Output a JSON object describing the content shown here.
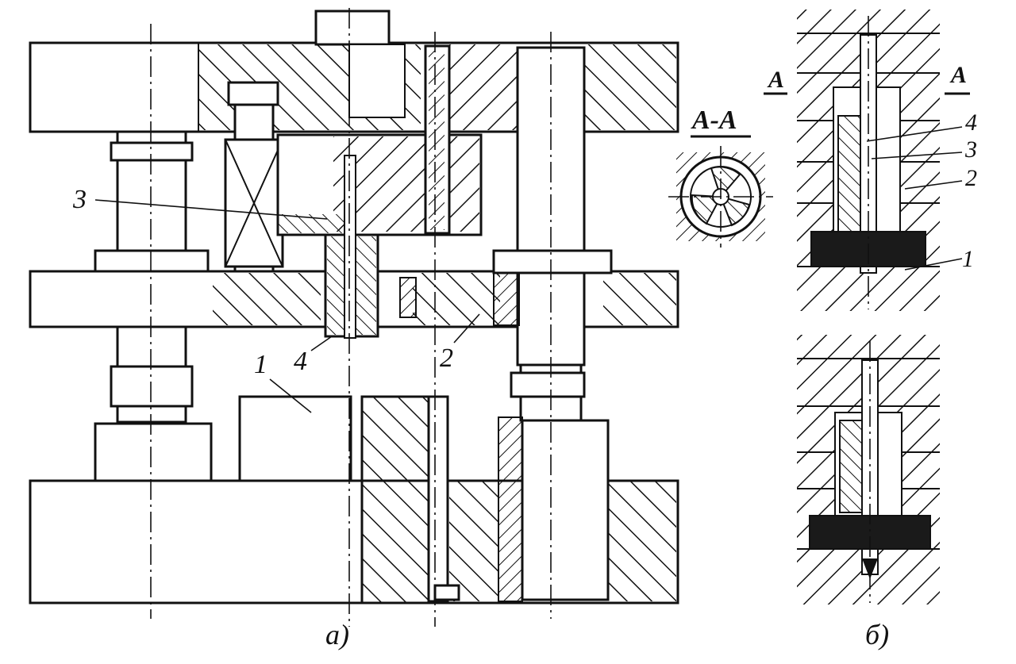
{
  "views": {
    "a": {
      "caption": "а)"
    },
    "b": {
      "caption": "б)"
    },
    "section": {
      "title": "А-А"
    }
  },
  "callouts": {
    "a": [
      {
        "text": "1"
      },
      {
        "text": "2"
      },
      {
        "text": "3"
      },
      {
        "text": "4"
      }
    ],
    "b_top": [
      {
        "text": "4"
      },
      {
        "text": "3"
      },
      {
        "text": "2"
      },
      {
        "text": "1"
      }
    ]
  },
  "section_marks": {
    "left": "А",
    "right": "А"
  },
  "colors": {
    "ink": "#111111",
    "paper": "#ffffff"
  }
}
